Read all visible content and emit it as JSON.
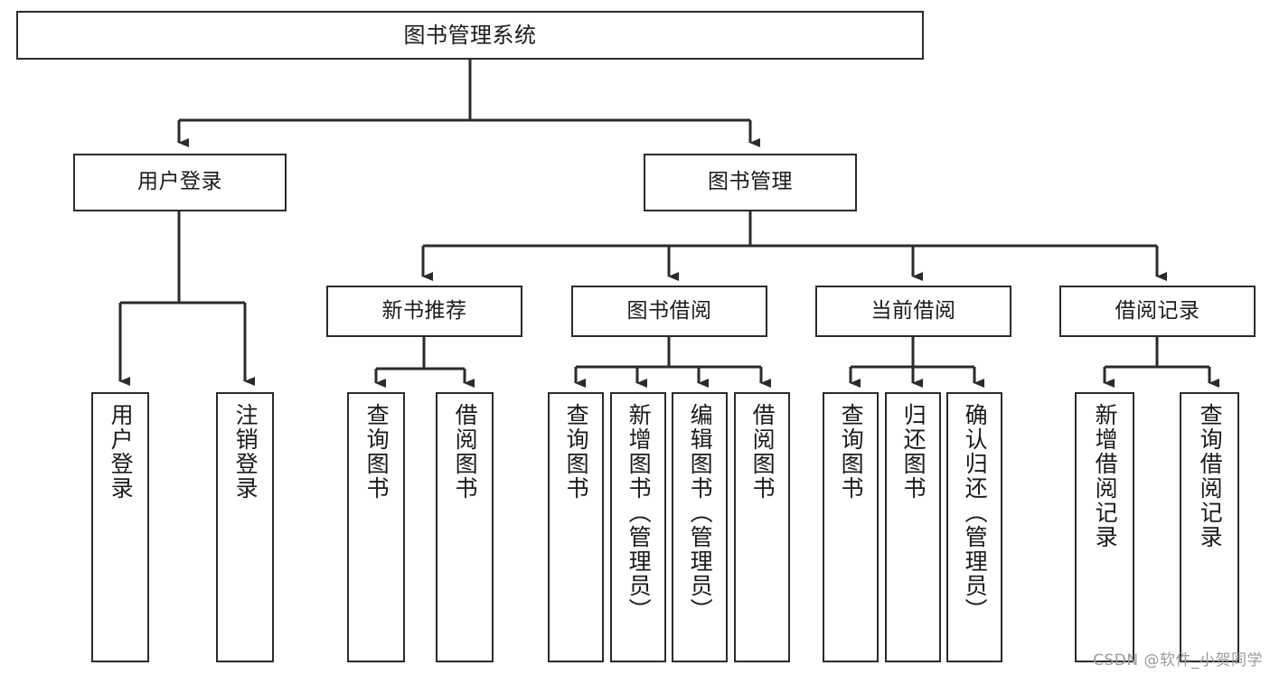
{
  "diagram": {
    "title": "图书管理系统",
    "watermark": "CSDN @软件_小贺同学",
    "stroke_color": "#2b2b2b",
    "background_color": "#ffffff",
    "text_color": "#1a1a1a",
    "watermark_color": "#9b9b9b"
  },
  "nodes": {
    "root": {
      "label": "图书管理系统"
    },
    "level2": [
      {
        "label": "用户登录"
      },
      {
        "label": "图书管理"
      }
    ],
    "level3": [
      {
        "label": "新书推荐"
      },
      {
        "label": "图书借阅"
      },
      {
        "label": "当前借阅"
      },
      {
        "label": "借阅记录"
      }
    ],
    "leaves": {
      "user_login": [
        {
          "label": "用户登录"
        },
        {
          "label": "注销登录"
        }
      ],
      "new_book_recommend": [
        {
          "label": "查询图书"
        },
        {
          "label": "借阅图书"
        }
      ],
      "book_borrow": [
        {
          "label": "查询图书"
        },
        {
          "label": "新增图书（管理员）"
        },
        {
          "label": "编辑图书（管理员）"
        },
        {
          "label": "借阅图书"
        }
      ],
      "current_borrow": [
        {
          "label": "查询图书"
        },
        {
          "label": "归还图书"
        },
        {
          "label": "确认归还（管理员）"
        }
      ],
      "borrow_record": [
        {
          "label": "新增借阅记录"
        },
        {
          "label": "查询借阅记录"
        }
      ]
    }
  }
}
